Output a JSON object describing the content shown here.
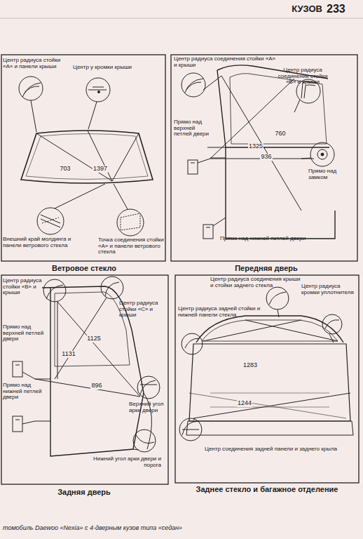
{
  "diagram": {
    "labels": [
      "КУЗОВ",
      "233",
      "Центр радиуса стойки «А» и панели крыши",
      "Центр у кромки крыши",
      "703",
      "1397",
      "Внешний край молдинга и панели ветрового стекла",
      "Точка соединения стойки «А» и панели ветрового стекла",
      "Ветровое стекло",
      "Центр радиуса соединения стойки «А» и крыши",
      "Центр радиуса соединения стойки «B» и крыши",
      "Прямо над верхней петлей двери",
      "760",
      "1325",
      "936",
      "Прямо над замком",
      "Прямо над нижней петлей двери",
      "Передняя дверь",
      "Центр радиуса стойки «B» и крыши",
      "Центр радиуса стойки «C» и крыши",
      "Прямо над верхней петлей двери",
      "1125",
      "1131",
      "896",
      "Прямо над нижней петлей двери",
      "Верхний угол арки двери",
      "Нижний угол арки двери и порога",
      "Задняя дверь",
      "Центр радиуса соединения крыши и стойки заднего стекла",
      "Центр радиуса кромки уплотнителя",
      "Центр радиуса задней стойки и нижней панели стекла",
      "1283",
      "1244",
      "Центр соединения задней панели и заднего крыла",
      "Заднее стекло и багажное отделение",
      "томобиль Daewoo «Nexia» с 4-дверным кузов типа «седан»"
    ]
  }
}
